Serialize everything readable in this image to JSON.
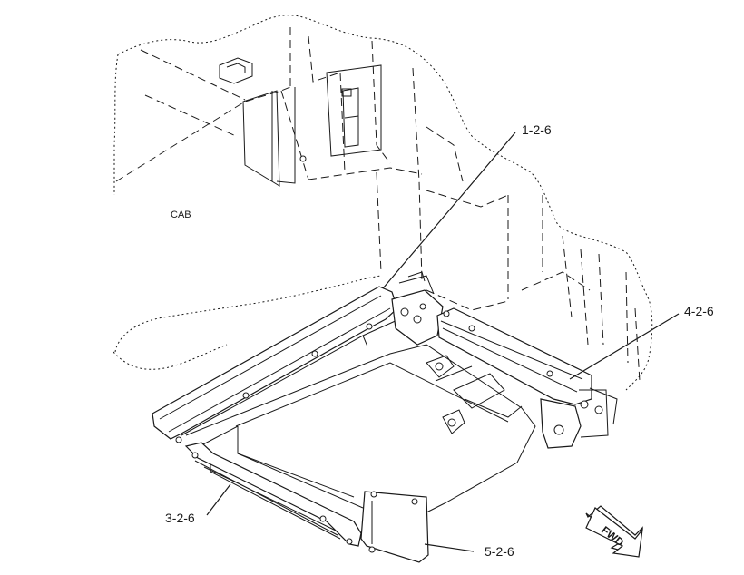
{
  "diagram": {
    "region_label": "CAB",
    "direction_arrow": "FWD",
    "callouts": [
      {
        "id": "c1",
        "text": "1-2-6"
      },
      {
        "id": "c2",
        "text": "3-2-6"
      },
      {
        "id": "c3",
        "text": "4-2-6"
      },
      {
        "id": "c4",
        "text": "5-2-6"
      }
    ]
  }
}
